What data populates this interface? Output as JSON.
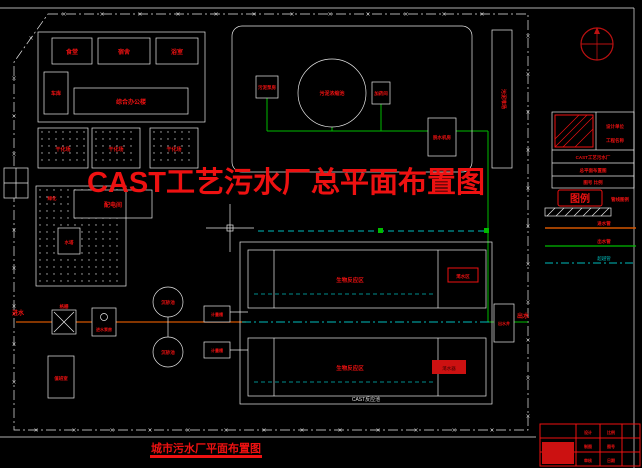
{
  "colors": {
    "background": "#000000",
    "line_white": "#e8e8e8",
    "red": "#ee1111",
    "green": "#00bb00",
    "cyan": "#00bbbb",
    "orange": "#d45500"
  },
  "titles": {
    "main": "CAST工艺污水厂总平面布置图",
    "bottom_label": "城市污水厂平面布置图",
    "tank_caption": "CAST反应池"
  },
  "legend": {
    "title": "图例",
    "note": "管线图例",
    "items": [
      {
        "label": "进水管",
        "color": "#d45500",
        "style": "solid"
      },
      {
        "label": "出水管",
        "color": "#00bb00",
        "style": "solid"
      },
      {
        "label": "超越管",
        "color": "#00bbbb",
        "style": "dash-dot"
      }
    ]
  },
  "labels": {
    "canteen": "食堂",
    "dorm": "宿舍",
    "bath": "浴室",
    "garage": "车库",
    "office": "综合办公楼",
    "drying1": "干化场",
    "drying2": "干化场",
    "drying3": "干化场",
    "thickener": "污泥浓缩池",
    "sludge_pump": "污泥泵房",
    "dosing": "加药间",
    "dewater": "脱水机房",
    "sludge_yard": "污泥堆场",
    "power": "配电间",
    "tower": "水塔",
    "green_area": "绿化",
    "screen": "格栅",
    "inlet_pump": "进水泵房",
    "grit1": "沉砂池",
    "grit2": "沉砂池",
    "meter1": "计量槽",
    "meter2": "计量槽",
    "duty": "值班室",
    "tank1_zone": "生物反应区",
    "tank1_decant": "滗水区",
    "tank2_zone": "生物反应区",
    "tank2_decant": "滗水器",
    "outfall_well": "出水井",
    "inlet": "进水",
    "outlet": "出水"
  },
  "titleblock_top": {
    "rows": [
      "设计单位",
      "工程名称",
      "CAST工艺污水厂",
      "总平面布置图",
      "图号  比例"
    ]
  },
  "titleblock_bottom": {
    "cells": [
      "设计",
      "制图",
      "审核",
      "比例",
      "图号",
      "日期"
    ]
  }
}
